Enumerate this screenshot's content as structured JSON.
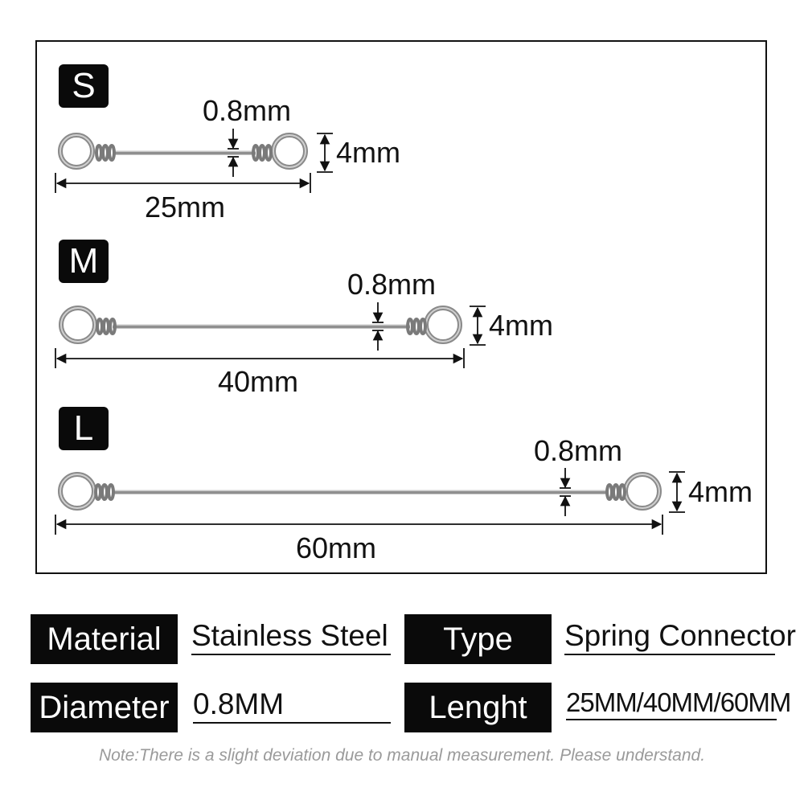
{
  "connectors": [
    {
      "size": "S",
      "diameter": "0.8mm",
      "height": "4mm",
      "length": "25mm"
    },
    {
      "size": "M",
      "diameter": "0.8mm",
      "height": "4mm",
      "length": "40mm"
    },
    {
      "size": "L",
      "diameter": "0.8mm",
      "height": "4mm",
      "length": "60mm"
    }
  ],
  "specs": {
    "material_label": "Material",
    "material_value": "Stainless Steel",
    "type_label": "Type",
    "type_value": "Spring Connector",
    "diameter_label": "Diameter",
    "diameter_value": "0.8MM",
    "length_label": "Lenght",
    "length_value": "25MM/40MM/60MM"
  },
  "note": "Note:There is a slight deviation due to manual measurement. Please understand.",
  "colors": {
    "badge": "#0a0a0a",
    "steel": "#9a9a9a",
    "note": "#9a9a9a"
  }
}
